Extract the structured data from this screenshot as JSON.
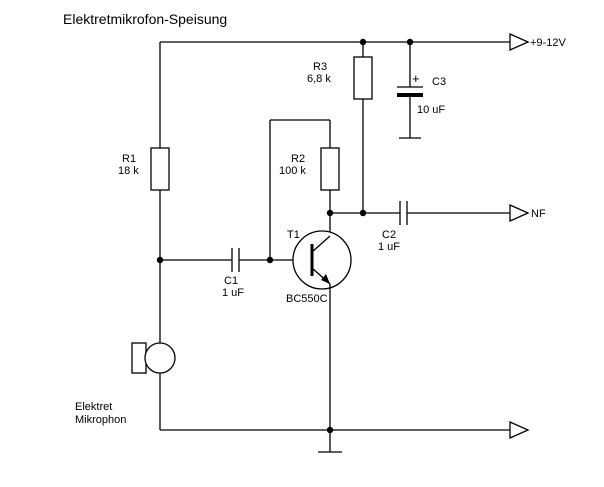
{
  "title": "Elektretmikrofon-Speisung",
  "terminals": {
    "supply": "+9-12V",
    "output": "NF"
  },
  "components": {
    "r1": {
      "ref": "R1",
      "value": "18 k"
    },
    "r2": {
      "ref": "R2",
      "value": "100 k"
    },
    "r3": {
      "ref": "R3",
      "value": "6,8 k"
    },
    "c1": {
      "ref": "C1",
      "value": "1 uF"
    },
    "c2": {
      "ref": "C2",
      "value": "1 uF"
    },
    "c3": {
      "ref": "C3",
      "value": "10 uF",
      "polarity": "+"
    },
    "t1": {
      "ref": "T1",
      "type": "BC550C"
    },
    "mic": {
      "line1": "Elektret",
      "line2": "Mikrophon"
    }
  }
}
